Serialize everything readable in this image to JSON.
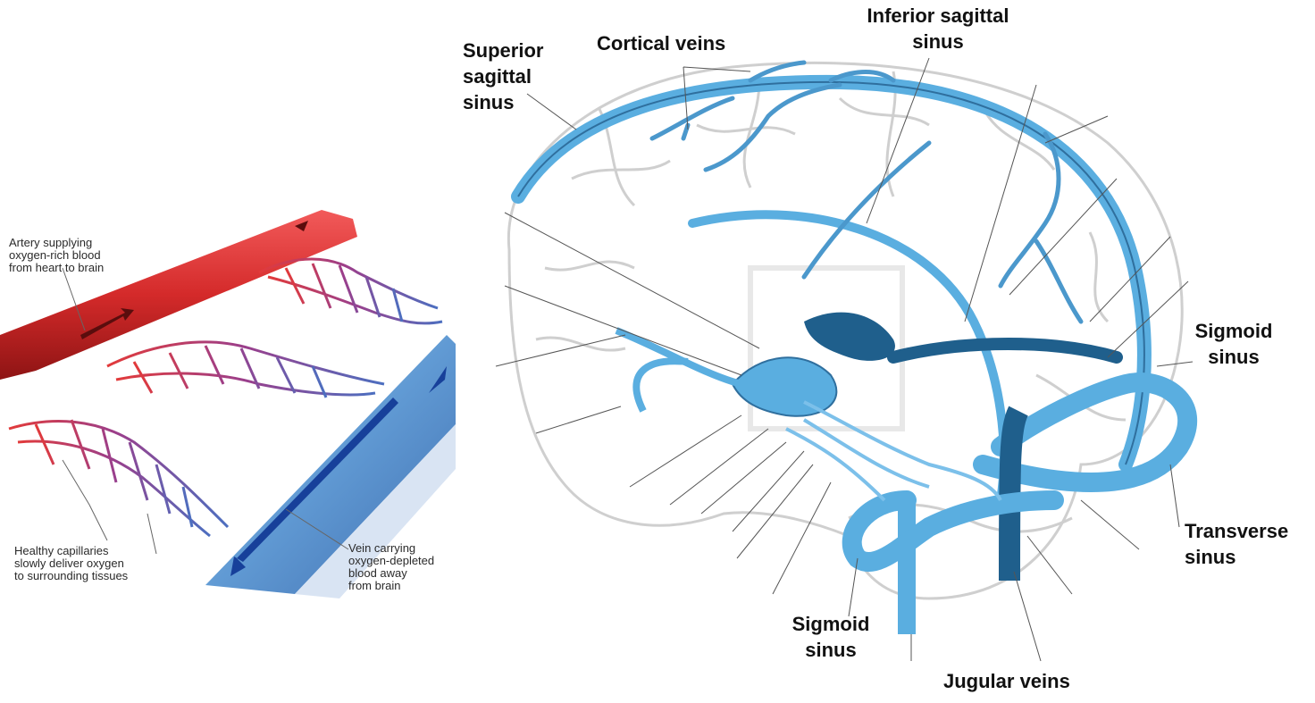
{
  "left_figure": {
    "artery_label": [
      "Artery supplying",
      "oxygen-rich blood",
      "from heart to brain"
    ],
    "capillary_label": [
      "Healthy capillaries",
      "slowly deliver oxygen",
      "to surrounding tissues"
    ],
    "vein_label": [
      "Vein carrying",
      "oxygen-depleted",
      "blood away",
      "from brain"
    ]
  },
  "right_figure": {
    "superior_sagittal": [
      "Superior",
      "sagittal",
      "sinus"
    ],
    "cortical_veins": "Cortical veins",
    "inferior_sagittal": [
      "Inferior sagittal",
      "sinus"
    ],
    "sigmoid_right": [
      "Sigmoid",
      "sinus"
    ],
    "transverse": [
      "Transverse",
      "sinus"
    ],
    "sigmoid_bottom": [
      "Sigmoid",
      "sinus"
    ],
    "jugular": "Jugular veins"
  },
  "colors": {
    "artery": "#d42a2a",
    "vein_blue": "#5aaee0",
    "vein_dark": "#1f5f8c",
    "deep_blue": "#1e4fa0",
    "outline": "#bfbfbf"
  }
}
